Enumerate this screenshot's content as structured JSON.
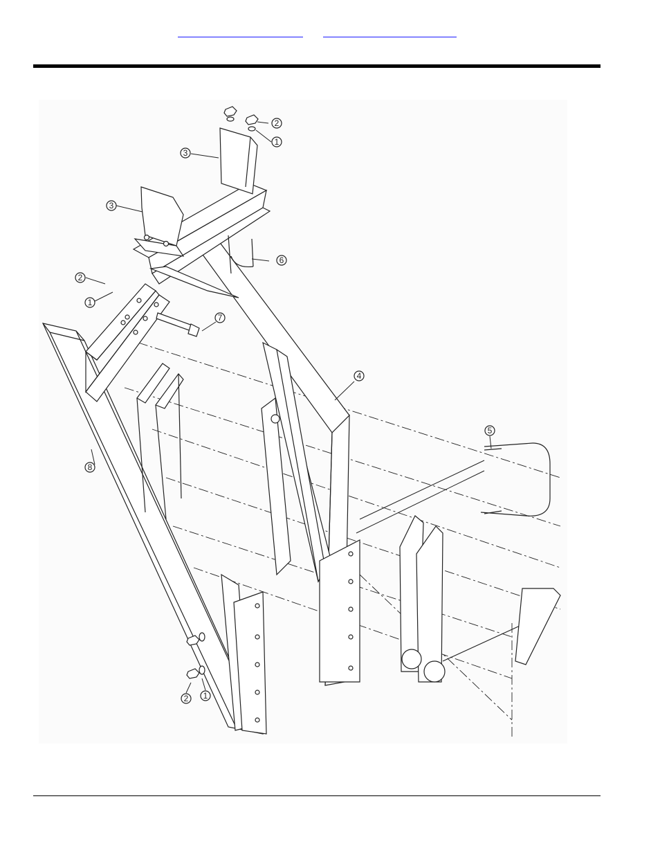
{
  "header": {
    "links": [
      {
        "label": ""
      },
      {
        "label": ""
      }
    ]
  },
  "diagram": {
    "callouts": [
      {
        "label": "1"
      },
      {
        "label": "1"
      },
      {
        "label": "1"
      },
      {
        "label": "2"
      },
      {
        "label": "2"
      },
      {
        "label": "2"
      },
      {
        "label": "3"
      },
      {
        "label": "3"
      },
      {
        "label": "4"
      },
      {
        "label": "5"
      },
      {
        "label": "6"
      },
      {
        "label": "7"
      },
      {
        "label": "8"
      }
    ]
  }
}
